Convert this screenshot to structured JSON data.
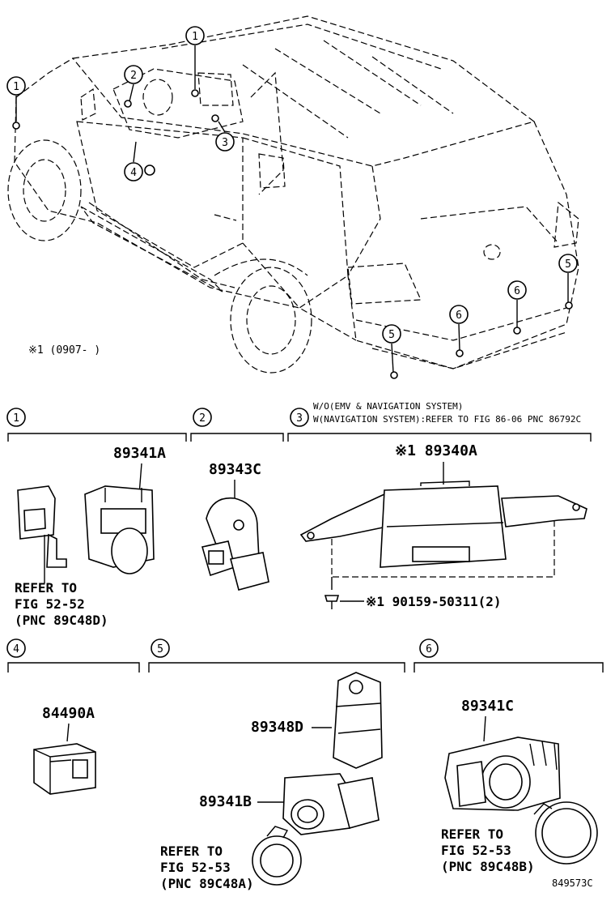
{
  "car_view": {
    "callouts": [
      "1",
      "1",
      "2",
      "3",
      "4",
      "5",
      "5",
      "6",
      "6"
    ],
    "footnote": "※1 (0907-    )"
  },
  "sections": [
    {
      "index": "1"
    },
    {
      "index": "2"
    },
    {
      "index": "3",
      "note_line1": "W/O(EMV & NAVIGATION SYSTEM)",
      "note_line2": "W(NAVIGATION SYSTEM):REFER TO FIG 86-06 PNC 86792C"
    },
    {
      "index": "4"
    },
    {
      "index": "5"
    },
    {
      "index": "6"
    }
  ],
  "parts": {
    "p89341A": "89341A",
    "p89343C": "89343C",
    "p89340A": "※1 89340A",
    "screw": "※1 90159-50311(2)",
    "p84490A": "84490A",
    "p89348D": "89348D",
    "p89341B": "89341B",
    "p89341C": "89341C"
  },
  "refs": {
    "r1": [
      "REFER TO",
      "FIG 52-52",
      "(PNC 89C48D)"
    ],
    "r5": [
      "REFER TO",
      "FIG 52-53",
      "(PNC 89C48A)"
    ],
    "r6": [
      "REFER TO",
      "FIG 52-53",
      "(PNC 89C48B)"
    ]
  },
  "drawing_number": "849573C"
}
